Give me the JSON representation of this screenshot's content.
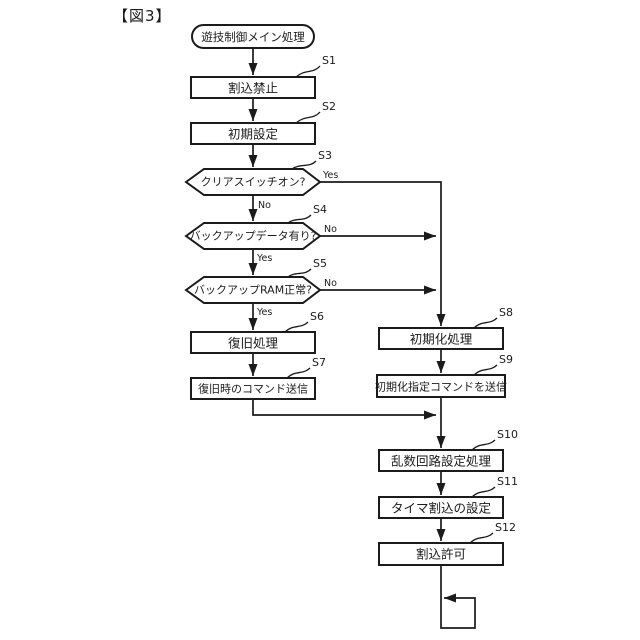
{
  "figure_title": "【図3】",
  "flowchart": {
    "start_label": "遊技制御メイン処理",
    "yes_label": "Yes",
    "no_label": "No",
    "steps": {
      "s1": {
        "id": "S1",
        "label": "割込禁止",
        "type": "process"
      },
      "s2": {
        "id": "S2",
        "label": "初期設定",
        "type": "process"
      },
      "s3": {
        "id": "S3",
        "label": "クリアスイッチオン?",
        "type": "decision",
        "right_branch": "Yes",
        "down_branch": "No"
      },
      "s4": {
        "id": "S4",
        "label": "バックアップデータ有り?",
        "type": "decision",
        "right_branch": "No",
        "down_branch": "Yes"
      },
      "s5": {
        "id": "S5",
        "label": "バックアップRAM正常?",
        "type": "decision",
        "right_branch": "No",
        "down_branch": "Yes"
      },
      "s6": {
        "id": "S6",
        "label": "復旧処理",
        "type": "process"
      },
      "s7": {
        "id": "S7",
        "label": "復旧時のコマンド送信",
        "type": "process"
      },
      "s8": {
        "id": "S8",
        "label": "初期化処理",
        "type": "process"
      },
      "s9": {
        "id": "S9",
        "label": "初期化指定コマンドを送信",
        "type": "process"
      },
      "s10": {
        "id": "S10",
        "label": "乱数回路設定処理",
        "type": "process"
      },
      "s11": {
        "id": "S11",
        "label": "タイマ割込の設定",
        "type": "process"
      },
      "s12": {
        "id": "S12",
        "label": "割込許可",
        "type": "process"
      }
    },
    "colors": {
      "stroke": "#1b1b1b",
      "background": "#ffffff"
    }
  }
}
